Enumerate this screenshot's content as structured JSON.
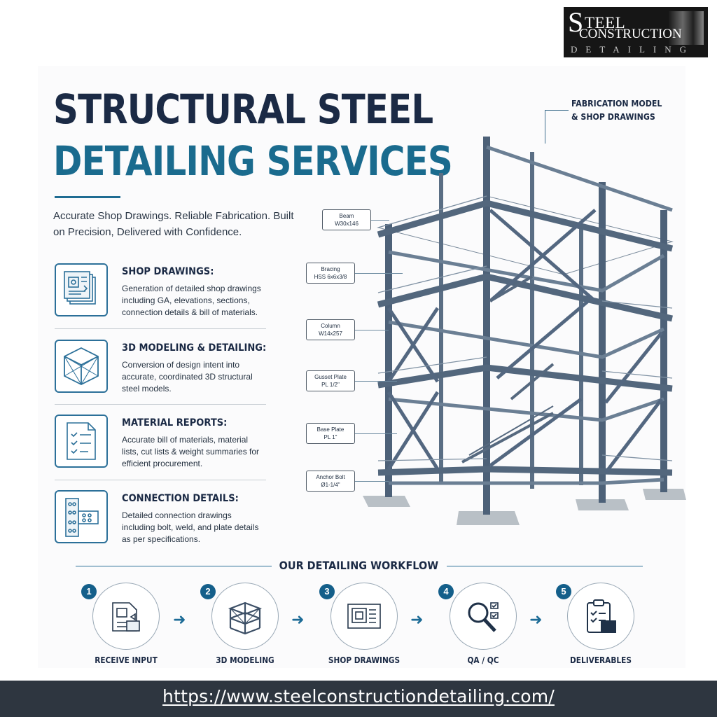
{
  "logo": {
    "line1_big": "S",
    "line1_rest": "TEEL",
    "line2": "CONSTRUCTION",
    "line3": "DETAILING"
  },
  "hero": {
    "title_line1": "STRUCTURAL STEEL",
    "title_line2": "DETAILING SERVICES",
    "tagline": "Accurate Shop Drawings. Reliable Fabrication. Built on Precision, Delivered with Confidence."
  },
  "services": [
    {
      "icon": "blueprint-icon",
      "title": "SHOP DRAWINGS:",
      "desc": "Generation of detailed shop drawings including GA, elevations, sections, connection details & bill of materials."
    },
    {
      "icon": "cube-frame-icon",
      "title": "3D MODELING & DETAILING:",
      "desc": "Conversion of design intent into accurate, coordinated 3D structural steel models."
    },
    {
      "icon": "checklist-icon",
      "title": "MATERIAL REPORTS:",
      "desc": "Accurate bill of materials, material lists, cut lists & weight summaries for efficient procurement."
    },
    {
      "icon": "connection-plate-icon",
      "title": "CONNECTION DETAILS:",
      "desc": "Detailed connection drawings including bolt, weld, and plate details as per specifications."
    }
  ],
  "model_label": {
    "line1": "FABRICATION MODEL",
    "line2": "& SHOP DRAWINGS"
  },
  "callouts": [
    {
      "line1": "Beam",
      "line2": "W30x146"
    },
    {
      "line1": "Bracing",
      "line2": "HSS 6x6x3/8"
    },
    {
      "line1": "Column",
      "line2": "W14x257"
    },
    {
      "line1": "Gusset Plate",
      "line2": "PL 1/2\""
    },
    {
      "line1": "Base Plate",
      "line2": "PL 1\""
    },
    {
      "line1": "Anchor Bolt",
      "line2": "Ø1-1/4\""
    }
  ],
  "workflow": {
    "title": "OUR DETAILING WORKFLOW",
    "steps": [
      {
        "num": "1",
        "label": "RECEIVE INPUT",
        "icon": "document-input-icon"
      },
      {
        "num": "2",
        "label": "3D MODELING",
        "icon": "steel-frame-icon"
      },
      {
        "num": "3",
        "label": "SHOP DRAWINGS",
        "icon": "drawing-sheet-icon"
      },
      {
        "num": "4",
        "label": "QA / QC",
        "icon": "magnifier-check-icon"
      },
      {
        "num": "5",
        "label": "DELIVERABLES",
        "icon": "clipboard-package-icon"
      }
    ],
    "arrow": "➜"
  },
  "footer": {
    "url": "https://www.steelconstructiondetailing.com/"
  },
  "colors": {
    "navy": "#1b2a45",
    "blue": "#1a6b8e",
    "footer_bg": "#2e3640",
    "steel": "#5d7186"
  }
}
